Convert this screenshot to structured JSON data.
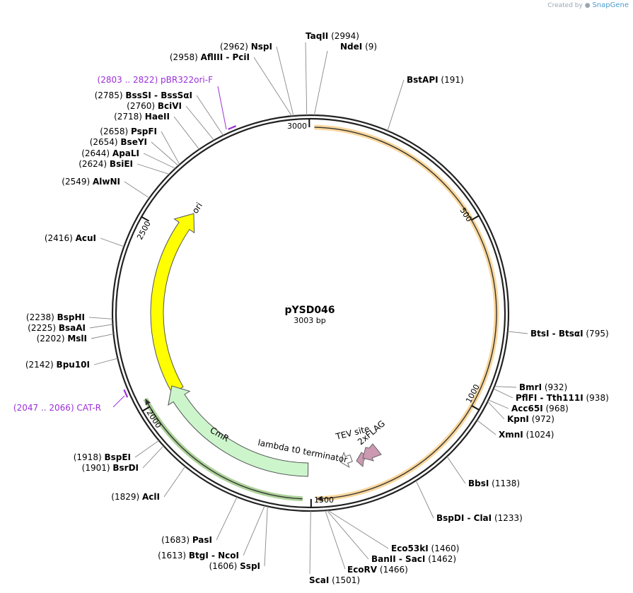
{
  "credit": {
    "created_by": "Created by",
    "brand": "SnapGene"
  },
  "plasmid": {
    "name": "pYSD046",
    "length_label": "3003 bp",
    "length": 3003
  },
  "ruler": [
    {
      "label": "3000",
      "pos": 3000
    },
    {
      "label": "500",
      "pos": 500
    },
    {
      "label": "1000",
      "pos": 1000
    },
    {
      "label": "1500",
      "pos": 1500
    },
    {
      "label": "2000",
      "pos": 2000
    },
    {
      "label": "2500",
      "pos": 2500
    }
  ],
  "features": [
    {
      "name": "ori",
      "label": "ori",
      "start": 2001,
      "end": 2590,
      "strand": 1,
      "color": "#ffff00"
    },
    {
      "name": "CmR",
      "label": "CmR",
      "start": 1509,
      "end": 2021,
      "strand": -1,
      "color": "#ccf5cc"
    },
    {
      "name": "2xFLAG",
      "label": "2xFLAG",
      "start": 1452,
      "end": 1472,
      "strand": -1,
      "color": "#cc99b2"
    },
    {
      "name": "TEV site",
      "label": "TEV site",
      "start": 1478,
      "end": 1497,
      "strand": -1,
      "color": "#ffffff"
    },
    {
      "name": "lambda t0 terminator",
      "label": "lambda t0 terminator",
      "start": 1500,
      "end": 1500,
      "strand": 0,
      "color": "#ffffff"
    }
  ],
  "orfs": [
    {
      "start": 10,
      "end": 1486,
      "color": "#f5a623"
    },
    {
      "start": 1522,
      "end": 2023,
      "color": "#4c9d1e"
    }
  ],
  "primers": [
    {
      "name": "pBR322ori-F",
      "range": "(2803 .. 2822)",
      "pos": 2812
    },
    {
      "name": "CAT-R",
      "range": "(2047 .. 2066)",
      "pos": 2056
    }
  ],
  "sites": [
    {
      "name": "TaqII",
      "pos": "(2994)",
      "p": 2994,
      "side": "top"
    },
    {
      "name": "NdeI",
      "pos": "(9)",
      "p": 9,
      "side": "top"
    },
    {
      "name": "NspI",
      "pos": "(2962)",
      "p": 2962,
      "side": "left"
    },
    {
      "name": "AflIII - PciI",
      "pos": "(2958)",
      "p": 2958,
      "side": "left"
    },
    {
      "name": "BstAPI",
      "pos": "(191)",
      "p": 191,
      "side": "right"
    },
    {
      "name": "BssSI - BssSαI",
      "pos": "(2785)",
      "p": 2785,
      "side": "left"
    },
    {
      "name": "BciVI",
      "pos": "(2760)",
      "p": 2760,
      "side": "left"
    },
    {
      "name": "HaeII",
      "pos": "(2718)",
      "p": 2718,
      "side": "left"
    },
    {
      "name": "PspFI",
      "pos": "(2658)",
      "p": 2658,
      "side": "left"
    },
    {
      "name": "BseYI",
      "pos": "(2654)",
      "p": 2654,
      "side": "left"
    },
    {
      "name": "ApaLI",
      "pos": "(2644)",
      "p": 2644,
      "side": "left"
    },
    {
      "name": "BsiEI",
      "pos": "(2624)",
      "p": 2624,
      "side": "left"
    },
    {
      "name": "AlwNI",
      "pos": "(2549)",
      "p": 2549,
      "side": "left"
    },
    {
      "name": "AcuI",
      "pos": "(2416)",
      "p": 2416,
      "side": "left"
    },
    {
      "name": "BspHI",
      "pos": "(2238)",
      "p": 2238,
      "side": "left"
    },
    {
      "name": "BsaAI",
      "pos": "(2225)",
      "p": 2225,
      "side": "left"
    },
    {
      "name": "MslI",
      "pos": "(2202)",
      "p": 2202,
      "side": "left"
    },
    {
      "name": "Bpu10I",
      "pos": "(2142)",
      "p": 2142,
      "side": "left"
    },
    {
      "name": "BtsI - BtsαI",
      "pos": "(795)",
      "p": 795,
      "side": "right"
    },
    {
      "name": "BmrI",
      "pos": "(932)",
      "p": 932,
      "side": "right"
    },
    {
      "name": "PflFI - Tth111I",
      "pos": "(938)",
      "p": 938,
      "side": "right"
    },
    {
      "name": "Acc65I",
      "pos": "(968)",
      "p": 968,
      "side": "right"
    },
    {
      "name": "KpnI",
      "pos": "(972)",
      "p": 972,
      "side": "right"
    },
    {
      "name": "XmnI",
      "pos": "(1024)",
      "p": 1024,
      "side": "right"
    },
    {
      "name": "BbsI",
      "pos": "(1138)",
      "p": 1138,
      "side": "right"
    },
    {
      "name": "BspDI - ClaI",
      "pos": "(1233)",
      "p": 1233,
      "side": "right"
    },
    {
      "name": "Eco53kI",
      "pos": "(1460)",
      "p": 1460,
      "side": "right"
    },
    {
      "name": "BanII - SacI",
      "pos": "(1462)",
      "p": 1462,
      "side": "right"
    },
    {
      "name": "EcoRV",
      "pos": "(1466)",
      "p": 1466,
      "side": "right"
    },
    {
      "name": "ScaI",
      "pos": "(1501)",
      "p": 1501,
      "side": "right"
    },
    {
      "name": "SspI",
      "pos": "(1606)",
      "p": 1606,
      "side": "left"
    },
    {
      "name": "BtgI - NcoI",
      "pos": "(1613)",
      "p": 1613,
      "side": "left"
    },
    {
      "name": "PasI",
      "pos": "(1683)",
      "p": 1683,
      "side": "left"
    },
    {
      "name": "AclI",
      "pos": "(1829)",
      "p": 1829,
      "side": "left"
    },
    {
      "name": "BsrDI",
      "pos": "(1901)",
      "p": 1901,
      "side": "left"
    },
    {
      "name": "BspEI",
      "pos": "(1918)",
      "p": 1918,
      "side": "left"
    }
  ]
}
